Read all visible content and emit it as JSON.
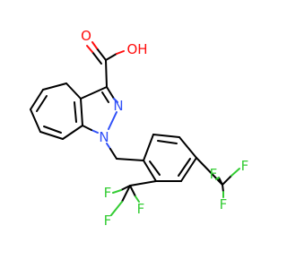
{
  "molecule": {
    "atoms": {
      "o_carbonyl": "O",
      "o_hydroxyl": "OH",
      "n_pyrazole": "N",
      "n1": "N",
      "f1": "F",
      "f2": "F",
      "f3": "F",
      "f4": "F",
      "f5": "F",
      "f6": "F"
    },
    "colors": {
      "carbon_bond": "#000000",
      "oxygen": "#ff0d0d",
      "nitrogen": "#3050f8",
      "fluorine": "#33cc33"
    }
  }
}
